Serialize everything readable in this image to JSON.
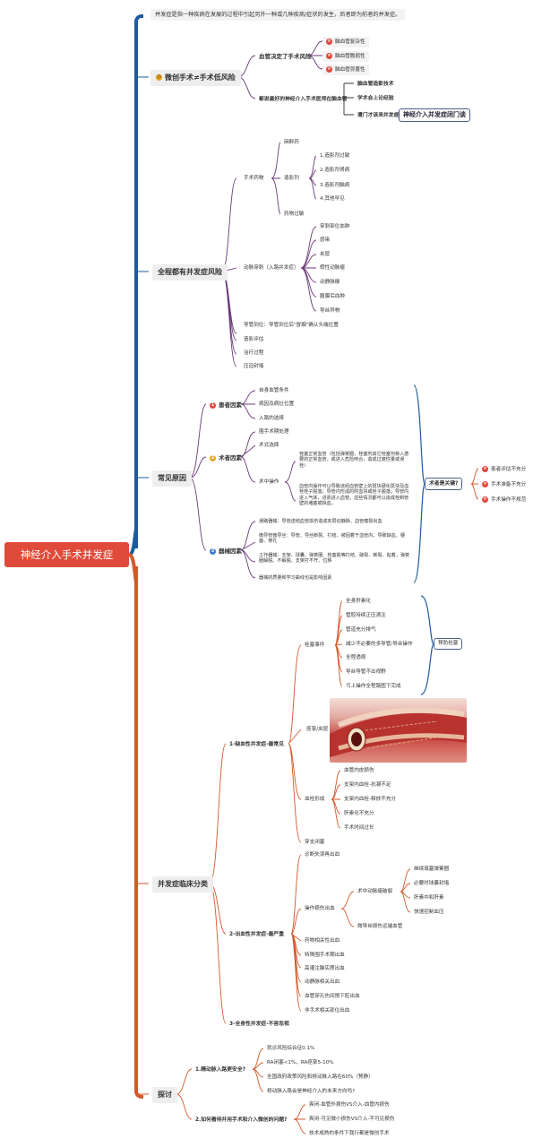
{
  "root": "神经介入手术并发症",
  "intro": "并发症是指一种疾病在发展的过程中引起另外一种或几种疾病/症状的发生，后者即为前者的并发症。",
  "s1": {
    "title": "微创手术≠手术低风险",
    "a": "血管决定了手术风险",
    "a_items": [
      "脑血管复杂性",
      "脑血管脆弱性",
      "脑血管弥蔓性"
    ],
    "b": "都说最好的神经介入手术医师在脑血管",
    "b_items": [
      "脑血管造影技术",
      "学术会上论经验",
      "遭门才该来并发症"
    ],
    "b_box": "神经介入并发症闭门谈"
  },
  "s2": {
    "title": "全程都有并发症风险",
    "drug": "手术药物",
    "drug_a": "麻醉药",
    "drug_b": "造影剂",
    "drug_b_items": [
      "1.造影剂过敏",
      "2.造影剂肾病",
      "3.造影剂脑病",
      "4.其他罕见"
    ],
    "drug_c": "药物过敏",
    "puncture": "动脉穿刺（入路并发症）",
    "puncture_items": [
      "穿刺部位血肿",
      "感染",
      "夹层",
      "假性动脉瘤",
      "动静脉瘘",
      "腹膜后血肿",
      "导丝异物"
    ],
    "tail": [
      "导管到位：导管到位后\"冒烟\"确认头端位置",
      "造影评估",
      "治疗过程",
      "压迫封堵"
    ]
  },
  "s3": {
    "title": "常见原因",
    "patient": "患者因素",
    "patient_items": [
      "自身血管条件",
      "病因及病灶位置",
      "入路的选择"
    ],
    "doctor": "术者因素",
    "doctor_items": [
      "围手术期处理",
      "术式选择",
      "术中操作"
    ],
    "op_1": "栓塞正常血管（包括弹簧圈、栓塞剂其它栓塞剂移入邀要的正常血管，或进入危险吻合，造成过度性量或误栓）",
    "op_2": "血管内操作可以导致迷经血管壁上的斑块硬化斑块及血栓栓子脱落；导管内形成的附血块或栓子脱落；导管内进入气体，进而进入血管。这些情况都可以造成栓和管壁的堵塞或缺血。",
    "device": "器械因素",
    "device_items": [
      "通路器械：导管送结血管损伤造成夹层动静脉、血管瘤裂出血",
      "微导管微导丝：导管、导丝断裂、打结、被固着于血管内、导致缺血、梗塞、穿孔",
      "工作器械：支架、球囊、弹簧圈、栓塞胶等打结、破裂、断裂、粘着，弹簧圈解脱、不解脱、支架打不开、位移",
      "器械的质量和学习曲线也是影响因素"
    ],
    "key": "术者是关键?",
    "key_items": [
      "患者评估不充分",
      "手术准备不充分",
      "手术操作不规范"
    ]
  },
  "s4": {
    "title": "并发症临床分类",
    "g1": "1-缺血性并发症-最常见",
    "embol": "栓塞事件",
    "embol_items": [
      "全身肝素化",
      "管腔持续正压滴注",
      "管道充分排气",
      "减少不必要的多导管/导丝操作",
      "全程透视",
      "导丝导管不出视野",
      "弓上操作全程路图下完成"
    ],
    "prevent": "预防栓塞",
    "dissect": "痉挛/夹层",
    "thromb": "血栓形成",
    "thromb_items": [
      "血管内皮损伤",
      "支架内血栓-抗凝不足",
      "支架内血栓-释放不充分",
      "肝素化不充分",
      "手术时间过长"
    ],
    "perf": "穿支闭塞",
    "g2": "2-出血性并发症-最严重",
    "bleed_0": "诊断失误再出血",
    "bleed_op": "操作损伤出血",
    "intra": "术中动脉瘤破裂",
    "intra_items": [
      "继续填塞弹簧圈",
      "必要时球囊封堵",
      "肝素中和肝素",
      "快速控制血压"
    ],
    "wire": "微导丝损伤远端血管",
    "bleed_rest": [
      "药物相关性出血",
      "特殊围手术期出血",
      "高灌注脑实质出血",
      "动静脉相关出血",
      "血管穿孔伤间隙下腔出血",
      "非手术相关部位出血"
    ],
    "g3": "3-全身性并发症-不容忽视"
  },
  "s5": {
    "title": "探讨",
    "q1": "1.精动脉入路更安全?",
    "q1_items": [
      "就诊风险综合征0.1%",
      "RA闭塞<1%，RA痉挛5-10%",
      "全国政府政策风险和桡动脉入路在60%（预静）",
      "桡动脉入路会是神经介入的未来方向吗?"
    ],
    "q2": "2.如何看待并用手术和介入微创的问题?",
    "q2_items": [
      "爽闭-血管外损伤VS介入-血管内损伤",
      "爽闭-可见微小损伤VS介入-不可见损伤",
      "技术成熟的条件下我行都是微创手术"
    ]
  },
  "colors": {
    "root": "#e04a3a",
    "blue": "#1e5b9c",
    "orange": "#d15a2b",
    "purple": "#6b3a7a",
    "icon_red": "#e0463a",
    "icon_yellow": "#e6a620",
    "icon_blue": "#3a7ad0"
  },
  "icons": [
    "warning-face-icon",
    "number-1-icon",
    "number-2-icon",
    "number-3-icon",
    "x-circle-icon"
  ]
}
